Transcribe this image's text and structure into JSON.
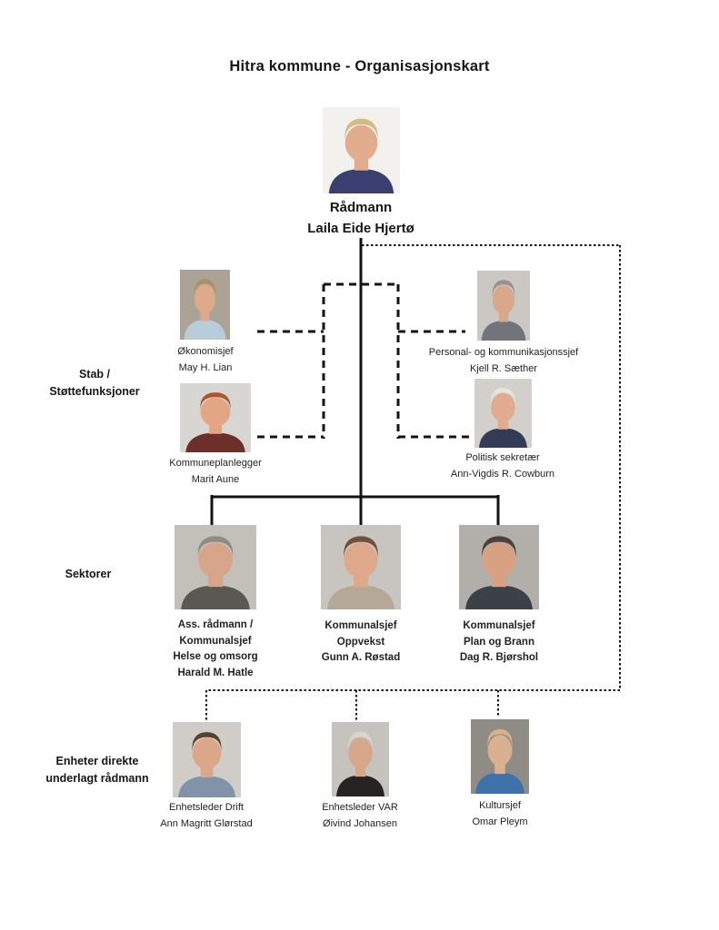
{
  "title": "Hitra kommune - Organisasjonskart",
  "groups": {
    "stab": {
      "lines": [
        "Stab /",
        "Støttefunksjoner"
      ]
    },
    "sektorer": {
      "lines": [
        "Sektorer"
      ]
    },
    "enheter": {
      "lines": [
        "Enheter direkte",
        "underlagt rådmann"
      ]
    }
  },
  "people": {
    "radmann": {
      "lines": [
        "Rådmann",
        "Laila Eide Hjertø"
      ],
      "photo": {
        "bg": "#f3f1ed",
        "hair": "#d4bd82",
        "skin": "#e2ac8f",
        "shirt": "#3b3f70"
      }
    },
    "okonomisjef": {
      "lines": [
        "Økonomisjef",
        "May H. Lian"
      ],
      "photo": {
        "bg": "#aba396",
        "hair": "#a89166",
        "skin": "#dfa98c",
        "shirt": "#b8cdd9"
      }
    },
    "personal": {
      "lines": [
        "Personal- og kommunikasjonssjef",
        "Kjell R. Sæther"
      ],
      "photo": {
        "bg": "#cbc8c3",
        "hair": "#98948c",
        "skin": "#d9a88c",
        "shirt": "#71747a"
      }
    },
    "kommuneplanlegger": {
      "lines": [
        "Kommuneplanlegger",
        "Marit Aune"
      ],
      "photo": {
        "bg": "#d8d6d3",
        "hair": "#b0542c",
        "skin": "#e3a584",
        "shirt": "#6e2f2b"
      }
    },
    "politisk": {
      "lines": [
        "Politisk sekretær",
        "Ann-Vigdis R. Cowburn"
      ],
      "photo": {
        "bg": "#d3d0cb",
        "hair": "#e7e4dc",
        "skin": "#e0ab8e",
        "shirt": "#333b55"
      }
    },
    "helse": {
      "lines": [
        "Ass. rådmann /",
        "Kommunalsjef",
        "Helse og omsorg",
        "Harald M. Hatle"
      ],
      "photo": {
        "bg": "#c3c0ba",
        "hair": "#8e8b84",
        "skin": "#d7a68a",
        "shirt": "#5b5751"
      }
    },
    "oppvekst": {
      "lines": [
        "Kommunalsjef",
        "Oppvekst",
        "Gunn A. Røstad"
      ],
      "photo": {
        "bg": "#c8c5c0",
        "hair": "#74503a",
        "skin": "#dfa88b",
        "shirt": "#b5a896"
      }
    },
    "plan": {
      "lines": [
        "Kommunalsjef",
        "Plan og Brann",
        "Dag R. Bjørshol"
      ],
      "photo": {
        "bg": "#b2afaa",
        "hair": "#4e4038",
        "skin": "#d8a184",
        "shirt": "#3c4148"
      }
    },
    "drift": {
      "lines": [
        "Enhetsleder Drift",
        "Ann Magritt Glørstad"
      ],
      "photo": {
        "bg": "#d0cdc8",
        "hair": "#57422f",
        "skin": "#dba68a",
        "shirt": "#8193a8"
      }
    },
    "var": {
      "lines": [
        "Enhetsleder VAR",
        "Øivind Johansen"
      ],
      "photo": {
        "bg": "#c6c3be",
        "hair": "#d9d6cf",
        "skin": "#d7a78b",
        "shirt": "#262422"
      }
    },
    "kultur": {
      "lines": [
        "Kultursjef",
        "Omar Pleym"
      ],
      "photo": {
        "bg": "#8f8b85",
        "hair": "#d9b091",
        "skin": "#d9b091",
        "shirt": "#3f72aa"
      }
    }
  },
  "colors": {
    "background": "#ffffff",
    "text": "#1a1a1a",
    "connector": "#131313"
  }
}
